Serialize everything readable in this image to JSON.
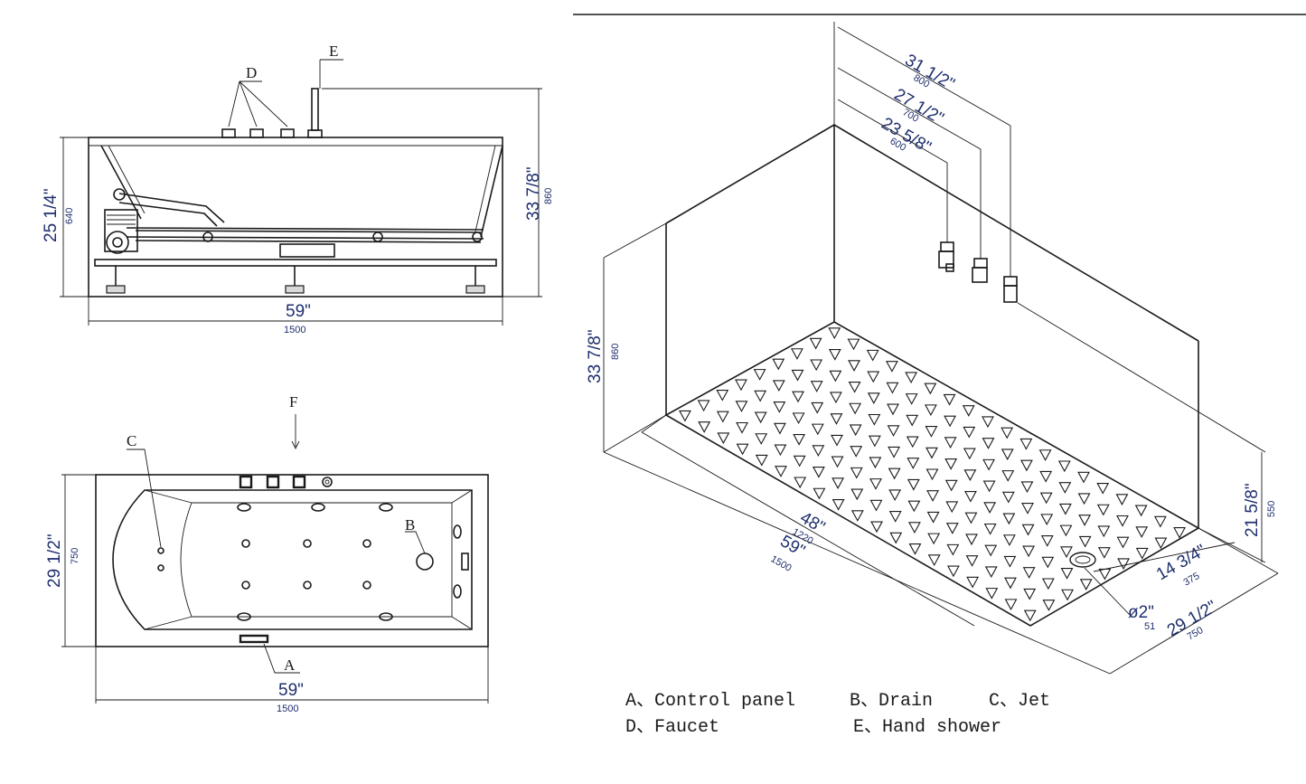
{
  "side_view": {
    "callout_d": "D",
    "callout_e": "E",
    "height_in": "25 1/4\"",
    "height_mm": "640",
    "total_height_in": "33 7/8\"",
    "total_height_mm": "860",
    "length_in": "59\"",
    "length_mm": "1500"
  },
  "top_view": {
    "view_marker": "F",
    "callout_a": "A",
    "callout_b": "B",
    "callout_c": "C",
    "width_in": "29 1/2\"",
    "width_mm": "750",
    "length_in": "59\"",
    "length_mm": "1500"
  },
  "iso_view": {
    "d800_in": "31 1/2\"",
    "d800_mm": "800",
    "d700_in": "27 1/2\"",
    "d700_mm": "700",
    "d600_in": "23 5/8\"",
    "d600_mm": "600",
    "height_in": "33 7/8\"",
    "height_mm": "860",
    "inner_len_in": "48\"",
    "inner_len_mm": "1220",
    "outer_len_in": "59\"",
    "outer_len_mm": "1500",
    "side_h_in": "21 5/8\"",
    "side_h_mm": "550",
    "drain_off_in": "14 3/4\"",
    "drain_off_mm": "375",
    "drain_dia_in": "ø2\"",
    "drain_dia_mm": "51",
    "width_in": "29 1/2\"",
    "width_mm": "750"
  },
  "legend": {
    "a": "A、Control panel",
    "b": "B、Drain",
    "c": "C、Jet",
    "d": "D、Faucet",
    "e": "E、Hand shower"
  }
}
